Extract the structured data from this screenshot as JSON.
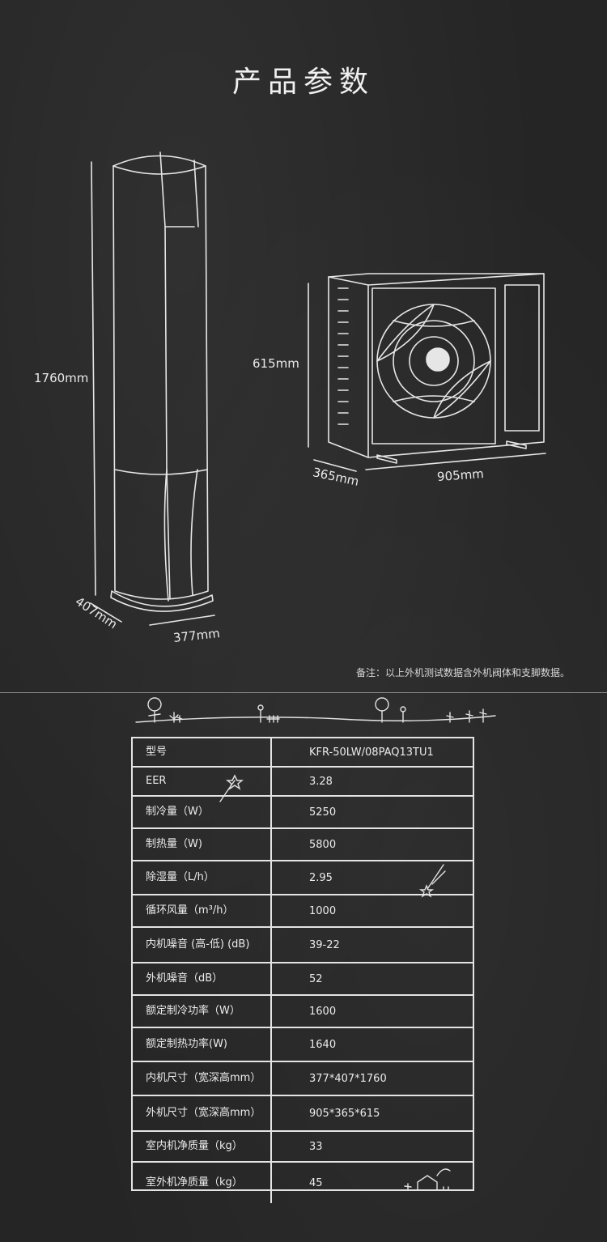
{
  "title": "产品参数",
  "dimensions": {
    "indoor_height": "1760mm",
    "indoor_depth": "407mm",
    "indoor_width": "377mm",
    "outdoor_height": "615mm",
    "outdoor_depth": "365mm",
    "outdoor_width": "905mm"
  },
  "note": "备注：以上外机测试数据含外机阀体和支脚数据。",
  "specs": [
    {
      "label": "型号",
      "value": "KFR-50LW/08PAQ13TU1"
    },
    {
      "label": "EER",
      "value": "3.28"
    },
    {
      "label": "制冷量（W）",
      "value": "5250"
    },
    {
      "label": "制热量（W)",
      "value": "5800"
    },
    {
      "label": "除湿量（L/h）",
      "value": "2.95"
    },
    {
      "label": "循环风量（m³/h）",
      "value": "1000"
    },
    {
      "label": "内机噪音 (高-低) (dB)",
      "value": "39-22"
    },
    {
      "label": "外机噪音（dB）",
      "value": "52"
    },
    {
      "label": "额定制冷功率（W）",
      "value": "1600"
    },
    {
      "label": "额定制热功率(W)",
      "value": "1640"
    },
    {
      "label": "内机尺寸（宽深高mm）",
      "value": "377*407*1760"
    },
    {
      "label": "外机尺寸（宽深高mm）",
      "value": "905*365*615"
    },
    {
      "label": "室内机净质量（kg）",
      "value": "33"
    },
    {
      "label": "室外机净质量（kg）",
      "value": "45"
    }
  ]
}
